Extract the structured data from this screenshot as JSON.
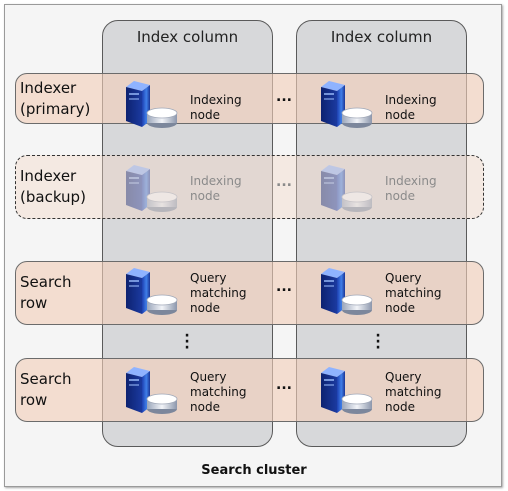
{
  "columns": [
    {
      "title": "Index column"
    },
    {
      "title": "Index column"
    }
  ],
  "rows": [
    {
      "label": "Indexer\n(primary)",
      "node_label": "Indexing\nnode",
      "style": "solid"
    },
    {
      "label": "Indexer\n(backup)",
      "node_label": "Indexing\nnode",
      "style": "dashed"
    },
    {
      "label": "Search\nrow",
      "node_label": "Query\nmatching\nnode",
      "style": "solid"
    },
    {
      "label": "Search\nrow",
      "node_label": "Query\nmatching\nnode",
      "style": "solid"
    }
  ],
  "ellipsis": "...",
  "cluster_label": "Search cluster",
  "colors": {
    "row_fill": "#f2cfb9",
    "column_fill": "#d7d8da",
    "server_blue": "#1f4fbf"
  }
}
